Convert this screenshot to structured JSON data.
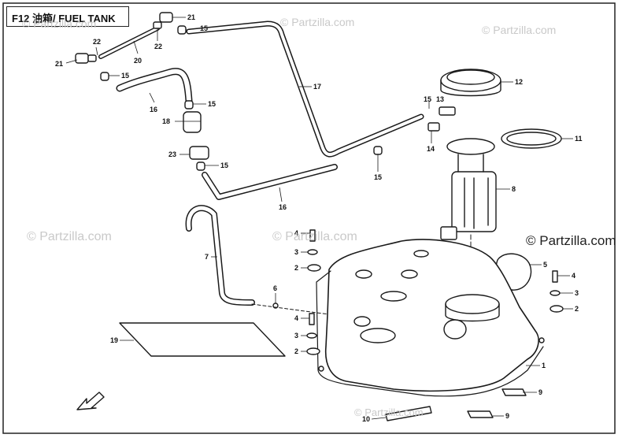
{
  "title": "F12 油箱/ FUEL TANK",
  "watermarks": [
    "© Partzilla.com",
    "© Partzilla.com",
    "© Partzilla.com",
    "© Partzilla.com",
    "© Partzilla.com",
    "© Partzilla.com",
    "© Partzilla.com"
  ],
  "callouts": [
    "21",
    "15",
    "22",
    "20",
    "22",
    "21",
    "15",
    "17",
    "16",
    "15",
    "12",
    "15",
    "13",
    "18",
    "14",
    "11",
    "23",
    "15",
    "15",
    "8",
    "16",
    "4",
    "3",
    "2",
    "5",
    "4",
    "7",
    "6",
    "3",
    "2",
    "4",
    "3",
    "2",
    "19",
    "1",
    "9",
    "10",
    "9"
  ],
  "colors": {
    "line": "#1a1a1a",
    "frame": "#222222",
    "watermark": "#c9c9c9"
  }
}
